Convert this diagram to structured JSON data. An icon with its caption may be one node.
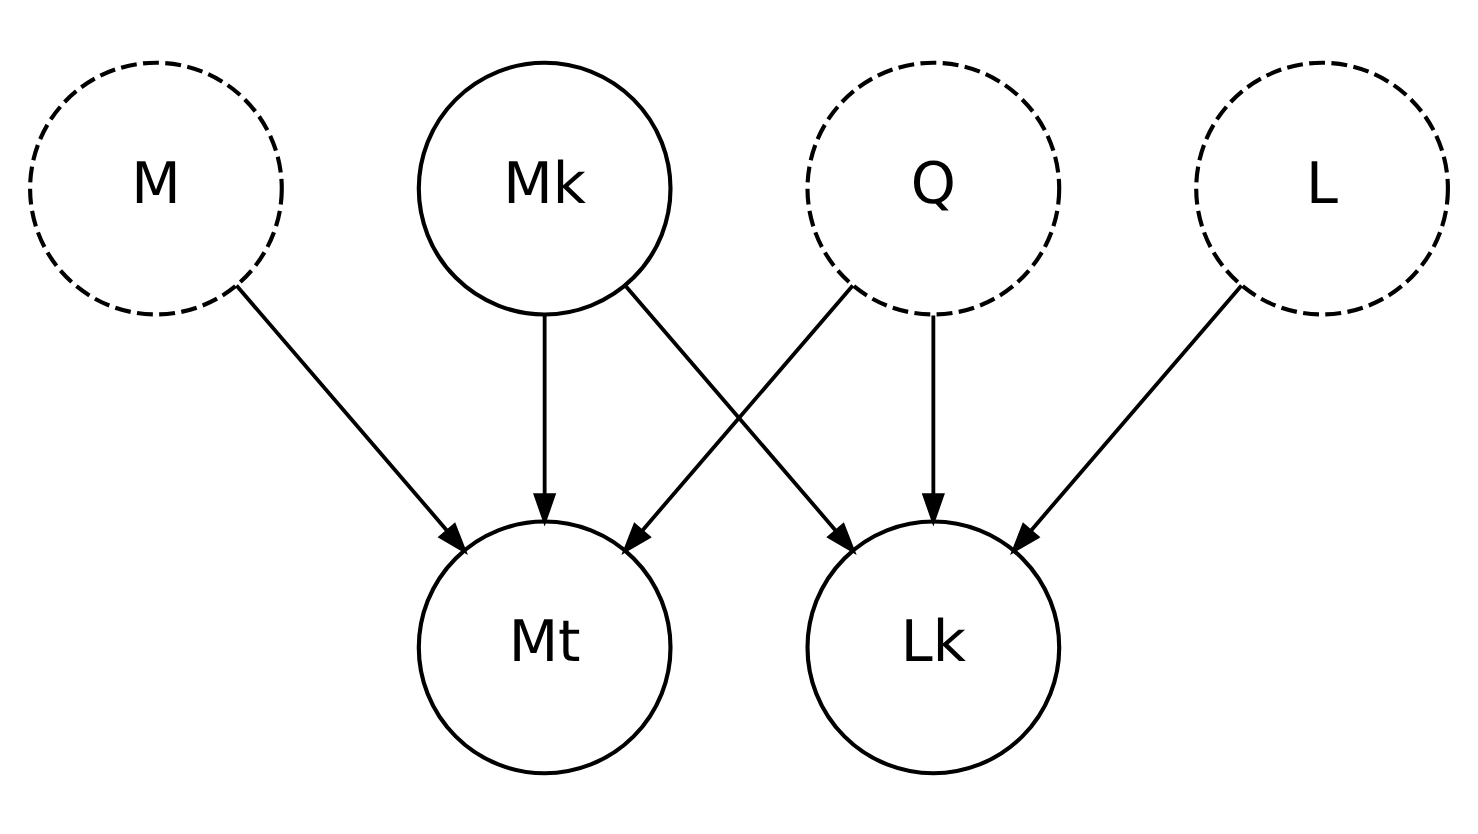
{
  "diagram": {
    "nodes": [
      {
        "text": [
          "Mk"
        ]
      },
      {
        "text": [
          "Q"
        ]
      },
      {
        "text": [
          "M"
        ]
      },
      {
        "text": [
          "L"
        ]
      },
      {
        "text": [
          "Mt"
        ]
      },
      {
        "text": [
          "Lk"
        ]
      }
    ],
    "edges": [
      {
        "from": 0,
        "to": 4,
        "arrow": "to"
      },
      {
        "from": 0,
        "to": 5,
        "arrow": "to"
      },
      {
        "from": 1,
        "to": 4,
        "arrow": "to"
      },
      {
        "from": 1,
        "to": 5,
        "arrow": "to"
      },
      {
        "from": 2,
        "to": 4,
        "arrow": "to"
      },
      {
        "from": 3,
        "to": 5,
        "arrow": "to"
      }
    ]
  }
}
